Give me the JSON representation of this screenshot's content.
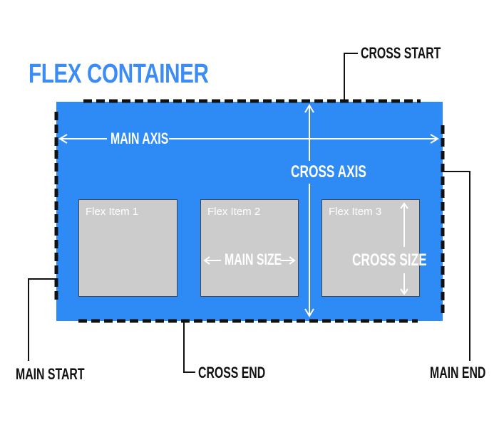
{
  "title": "FLEX CONTAINER",
  "items": [
    {
      "label": "Flex Item 1"
    },
    {
      "label": "Flex Item 2"
    },
    {
      "label": "Flex Item 3"
    }
  ],
  "axes": {
    "main_axis": "MAIN AXIS",
    "cross_axis": "CROSS AXIS",
    "main_size": "MAIN SIZE",
    "cross_size": "CROSS SIZE"
  },
  "callouts": {
    "cross_start": "CROSS START",
    "cross_end": "CROSS END",
    "main_start": "MAIN START",
    "main_end": "MAIN END"
  },
  "colors": {
    "container_fill": "#2e8af5",
    "title_blue": "#3b8cf5",
    "item_fill": "#cccccc",
    "callout_text": "#111111"
  }
}
